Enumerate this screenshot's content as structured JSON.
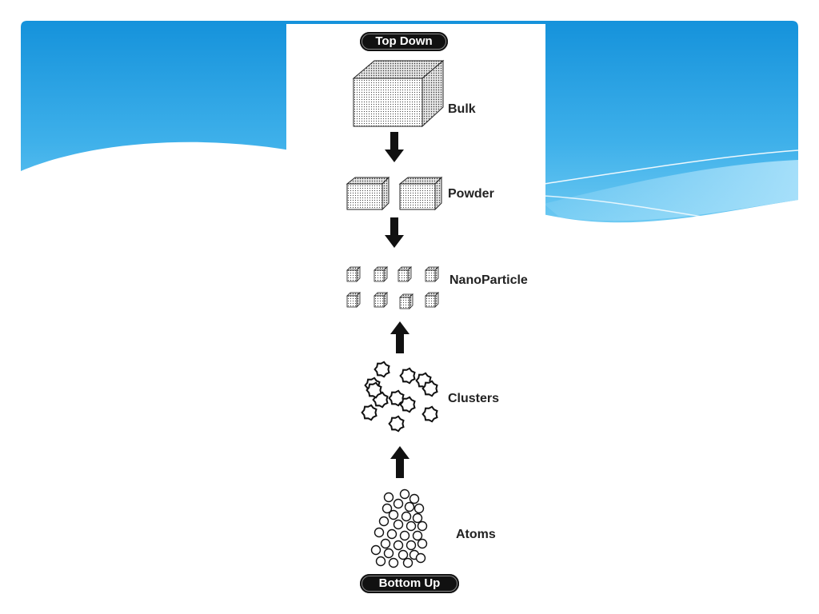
{
  "slide": {
    "background_colors": [
      "#1592db",
      "#5cc4f0",
      "#aee3fb"
    ]
  },
  "diagram": {
    "top_label": "Top Down",
    "bottom_label": "Bottom Up",
    "stages": [
      {
        "label": "Bulk"
      },
      {
        "label": "Powder"
      },
      {
        "label": "NanoParticle"
      },
      {
        "label": "Clusters"
      },
      {
        "label": "Atoms"
      }
    ],
    "arrows": [
      {
        "from": "Bulk",
        "to": "Powder",
        "direction": "down"
      },
      {
        "from": "Powder",
        "to": "NanoParticle",
        "direction": "down"
      },
      {
        "from": "Clusters",
        "to": "NanoParticle",
        "direction": "up"
      },
      {
        "from": "Atoms",
        "to": "Clusters",
        "direction": "up"
      }
    ]
  }
}
